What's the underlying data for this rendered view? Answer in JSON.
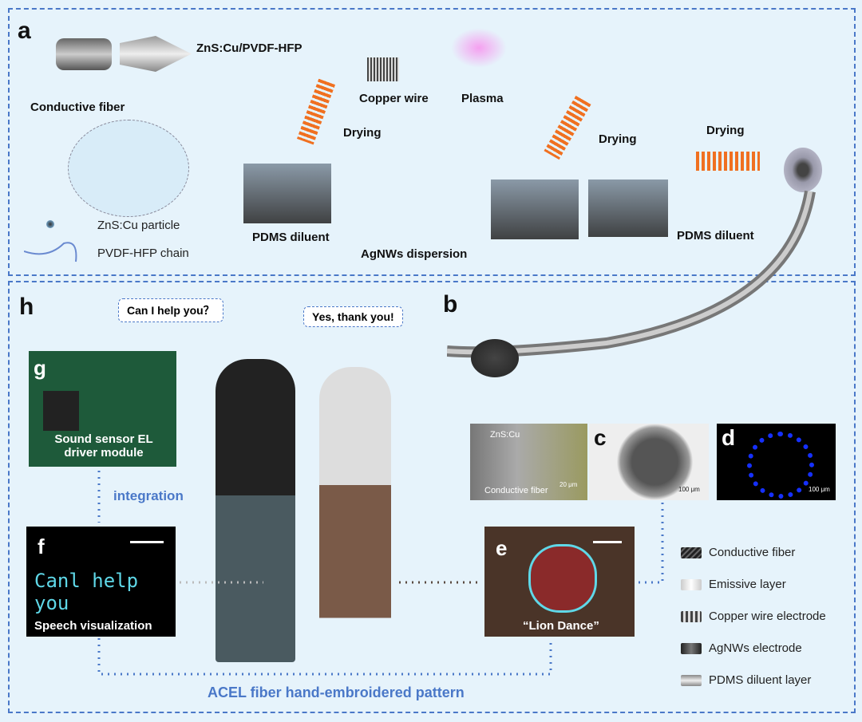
{
  "panel_a": {
    "letter": "a",
    "conductive_fiber": "Conductive fiber",
    "znscu_pvdf": "ZnS:Cu/PVDF-HFP",
    "copper_wire": "Copper wire",
    "plasma": "Plasma",
    "drying1": "Drying",
    "drying2": "Drying",
    "drying3": "Drying",
    "pdms1": "PDMS diluent",
    "agnws": "AgNWs dispersion",
    "pdms2": "PDMS diluent",
    "legend_particle": "ZnS:Cu particle",
    "legend_chain": "PVDF-HFP chain"
  },
  "panel_b": {
    "letter": "b",
    "c": "c",
    "d": "d",
    "znscu": "ZnS:Cu",
    "conductive_fiber": "Conductive fiber",
    "scale_20": "20 μm",
    "scale_100a": "100 μm",
    "scale_100b": "100 μm"
  },
  "legend": [
    "Conductive  fiber",
    "Emissive layer",
    "Copper wire electrode",
    "AgNWs electrode",
    "PDMS diluent layer"
  ],
  "panel_h": {
    "letter": "h",
    "bubble1": "Can I help you？",
    "bubble2": "Yes, thank you!"
  },
  "panel_g": {
    "letter": "g",
    "caption": "Sound sensor EL driver module"
  },
  "integration": "integration",
  "panel_f": {
    "letter": "f",
    "handwriting": "Canl help you",
    "caption": "Speech visualization"
  },
  "panel_e": {
    "letter": "e",
    "caption": "“Lion Dance”"
  },
  "bottom_caption": "ACEL fiber hand-embroidered pattern"
}
